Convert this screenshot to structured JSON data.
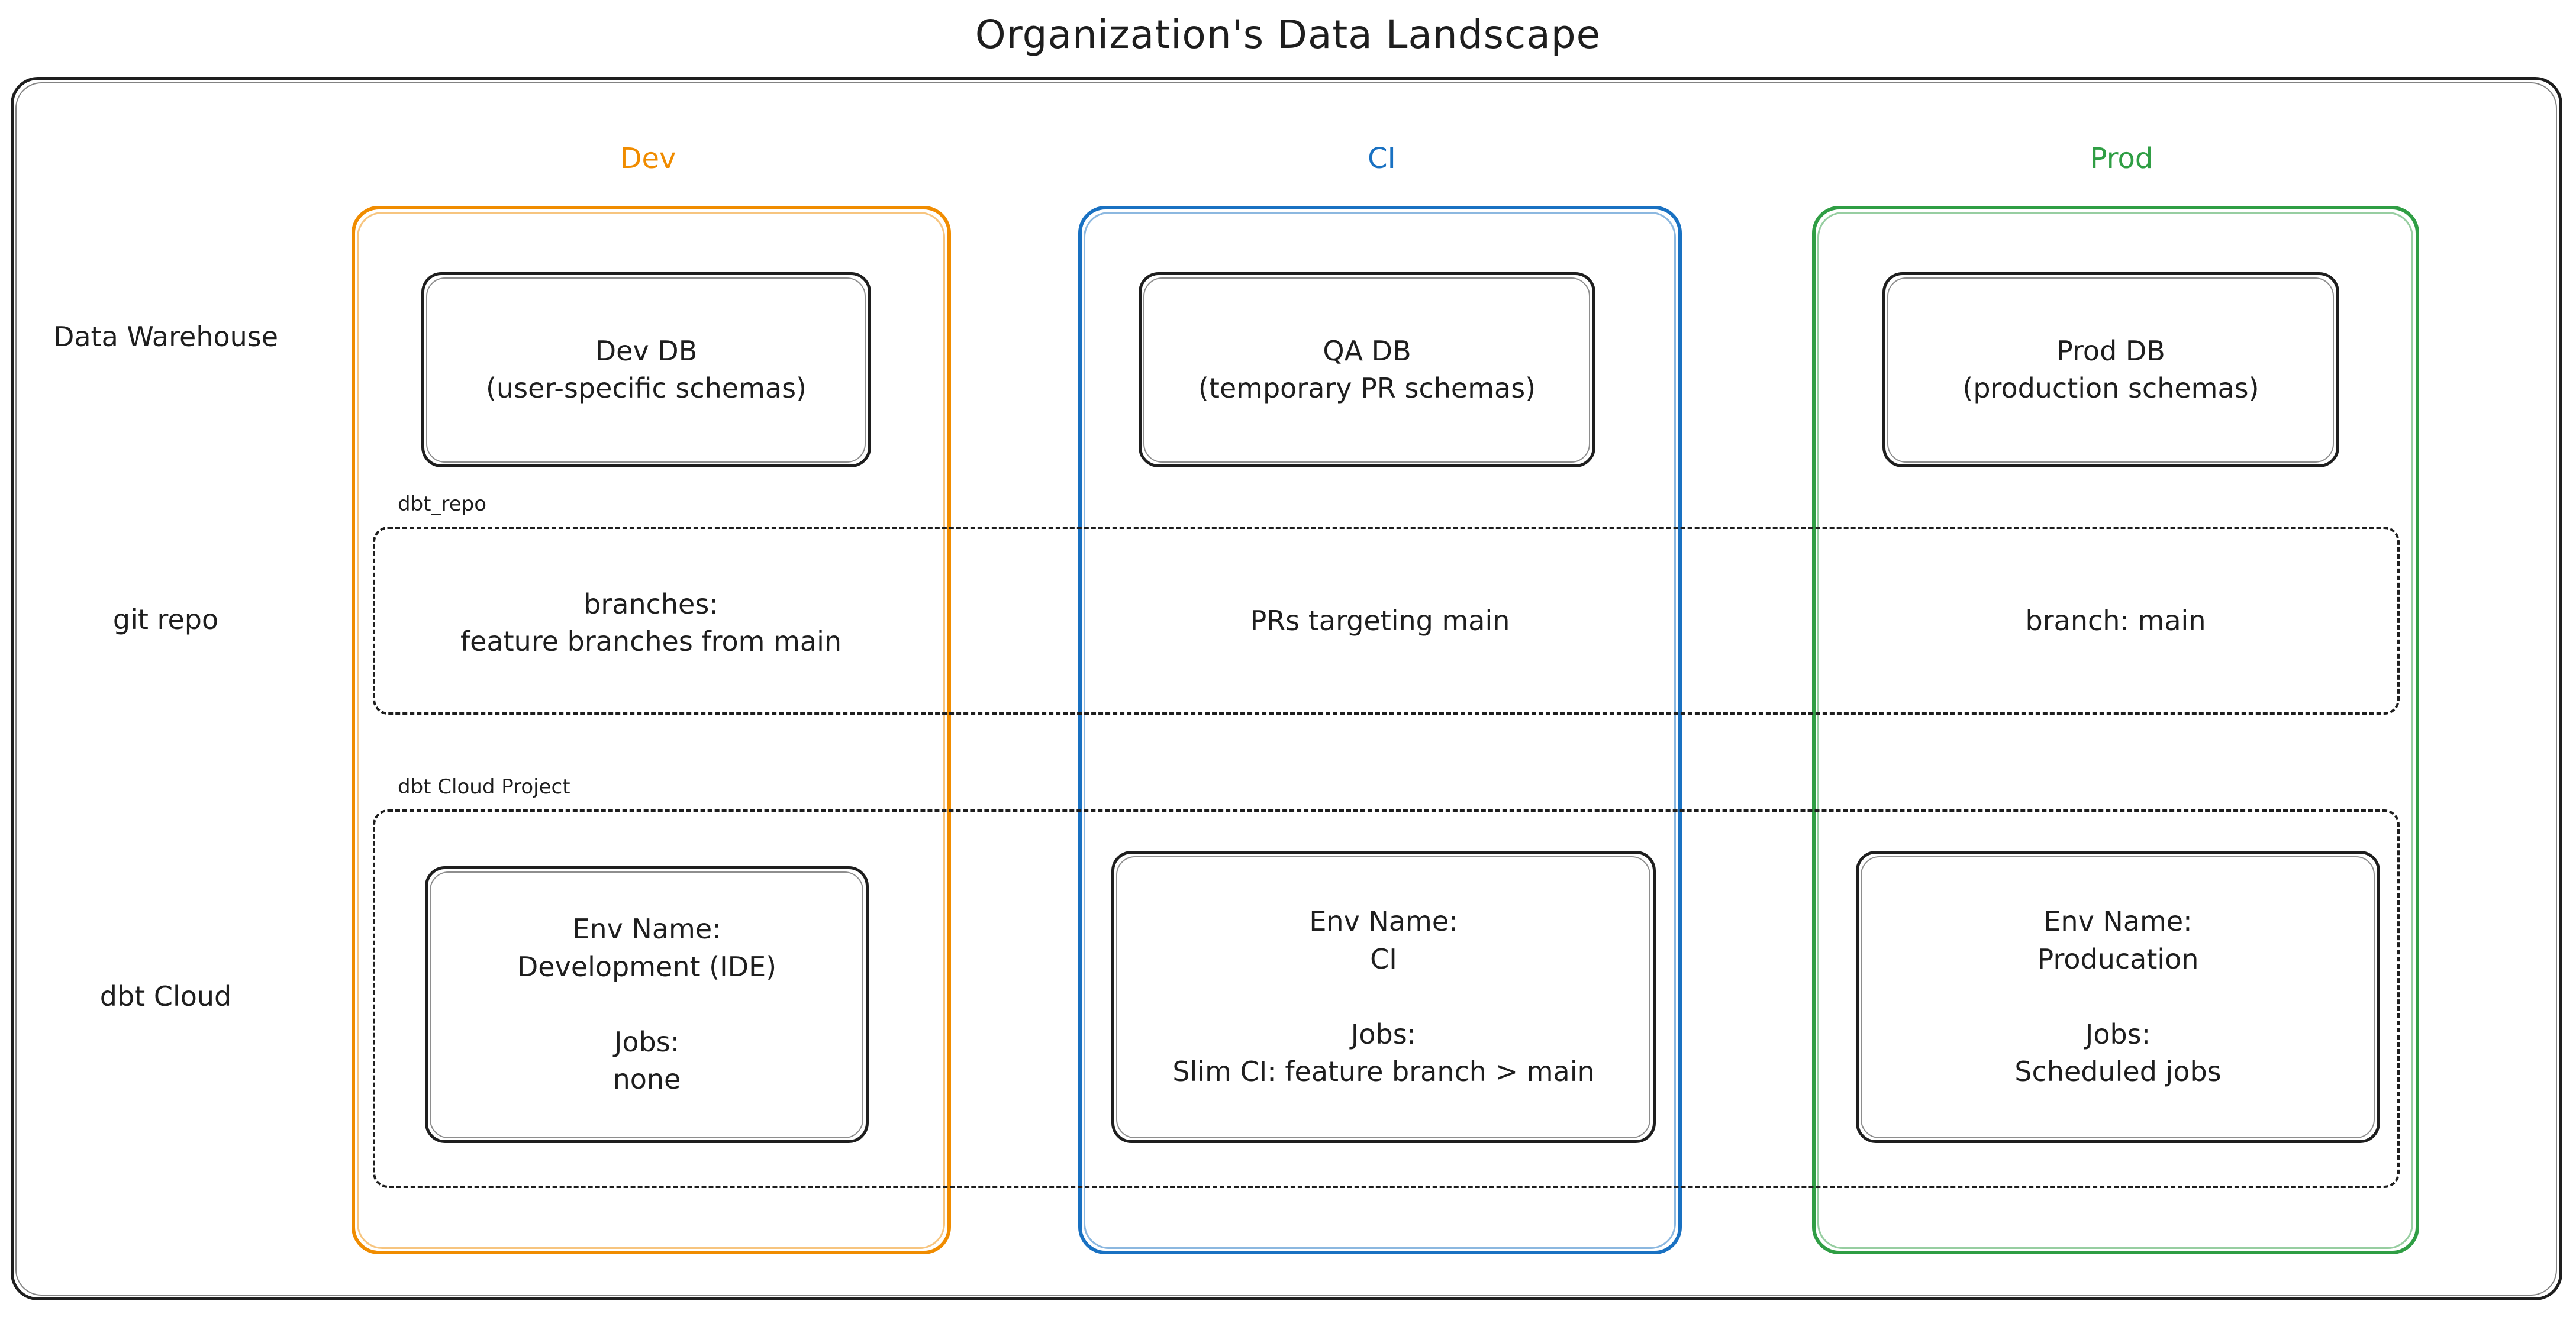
{
  "title": "Organization's Data Landscape",
  "colors": {
    "dev": "#f08c00",
    "ci": "#1971c2",
    "prod": "#2f9e44",
    "stroke": "#1e1e1e",
    "background": "#ffffff"
  },
  "columns": [
    {
      "key": "dev",
      "label": "Dev"
    },
    {
      "key": "ci",
      "label": "CI"
    },
    {
      "key": "prod",
      "label": "Prod"
    }
  ],
  "rows": [
    {
      "key": "warehouse",
      "label": "Data\nWarehouse"
    },
    {
      "key": "git",
      "label": "git repo"
    },
    {
      "key": "dbtcloud",
      "label": "dbt Cloud"
    }
  ],
  "groups": {
    "repo": {
      "label": "dbt_repo"
    },
    "project": {
      "label": "dbt Cloud Project"
    }
  },
  "warehouse": {
    "dev": "Dev DB\n(user-specific schemas)",
    "ci": "QA DB\n(temporary PR schemas)",
    "prod": "Prod DB\n(production schemas)"
  },
  "git": {
    "dev": "branches:\nfeature branches from main",
    "ci": "PRs targeting main",
    "prod": "branch: main"
  },
  "dbt_cloud": {
    "dev": "Env Name:\nDevelopment (IDE)\n\nJobs:\nnone",
    "ci": "Env Name:\nCI\n\nJobs:\nSlim CI: feature branch > main",
    "prod": "Env Name:\nProducation\n\nJobs:\nScheduled jobs"
  }
}
